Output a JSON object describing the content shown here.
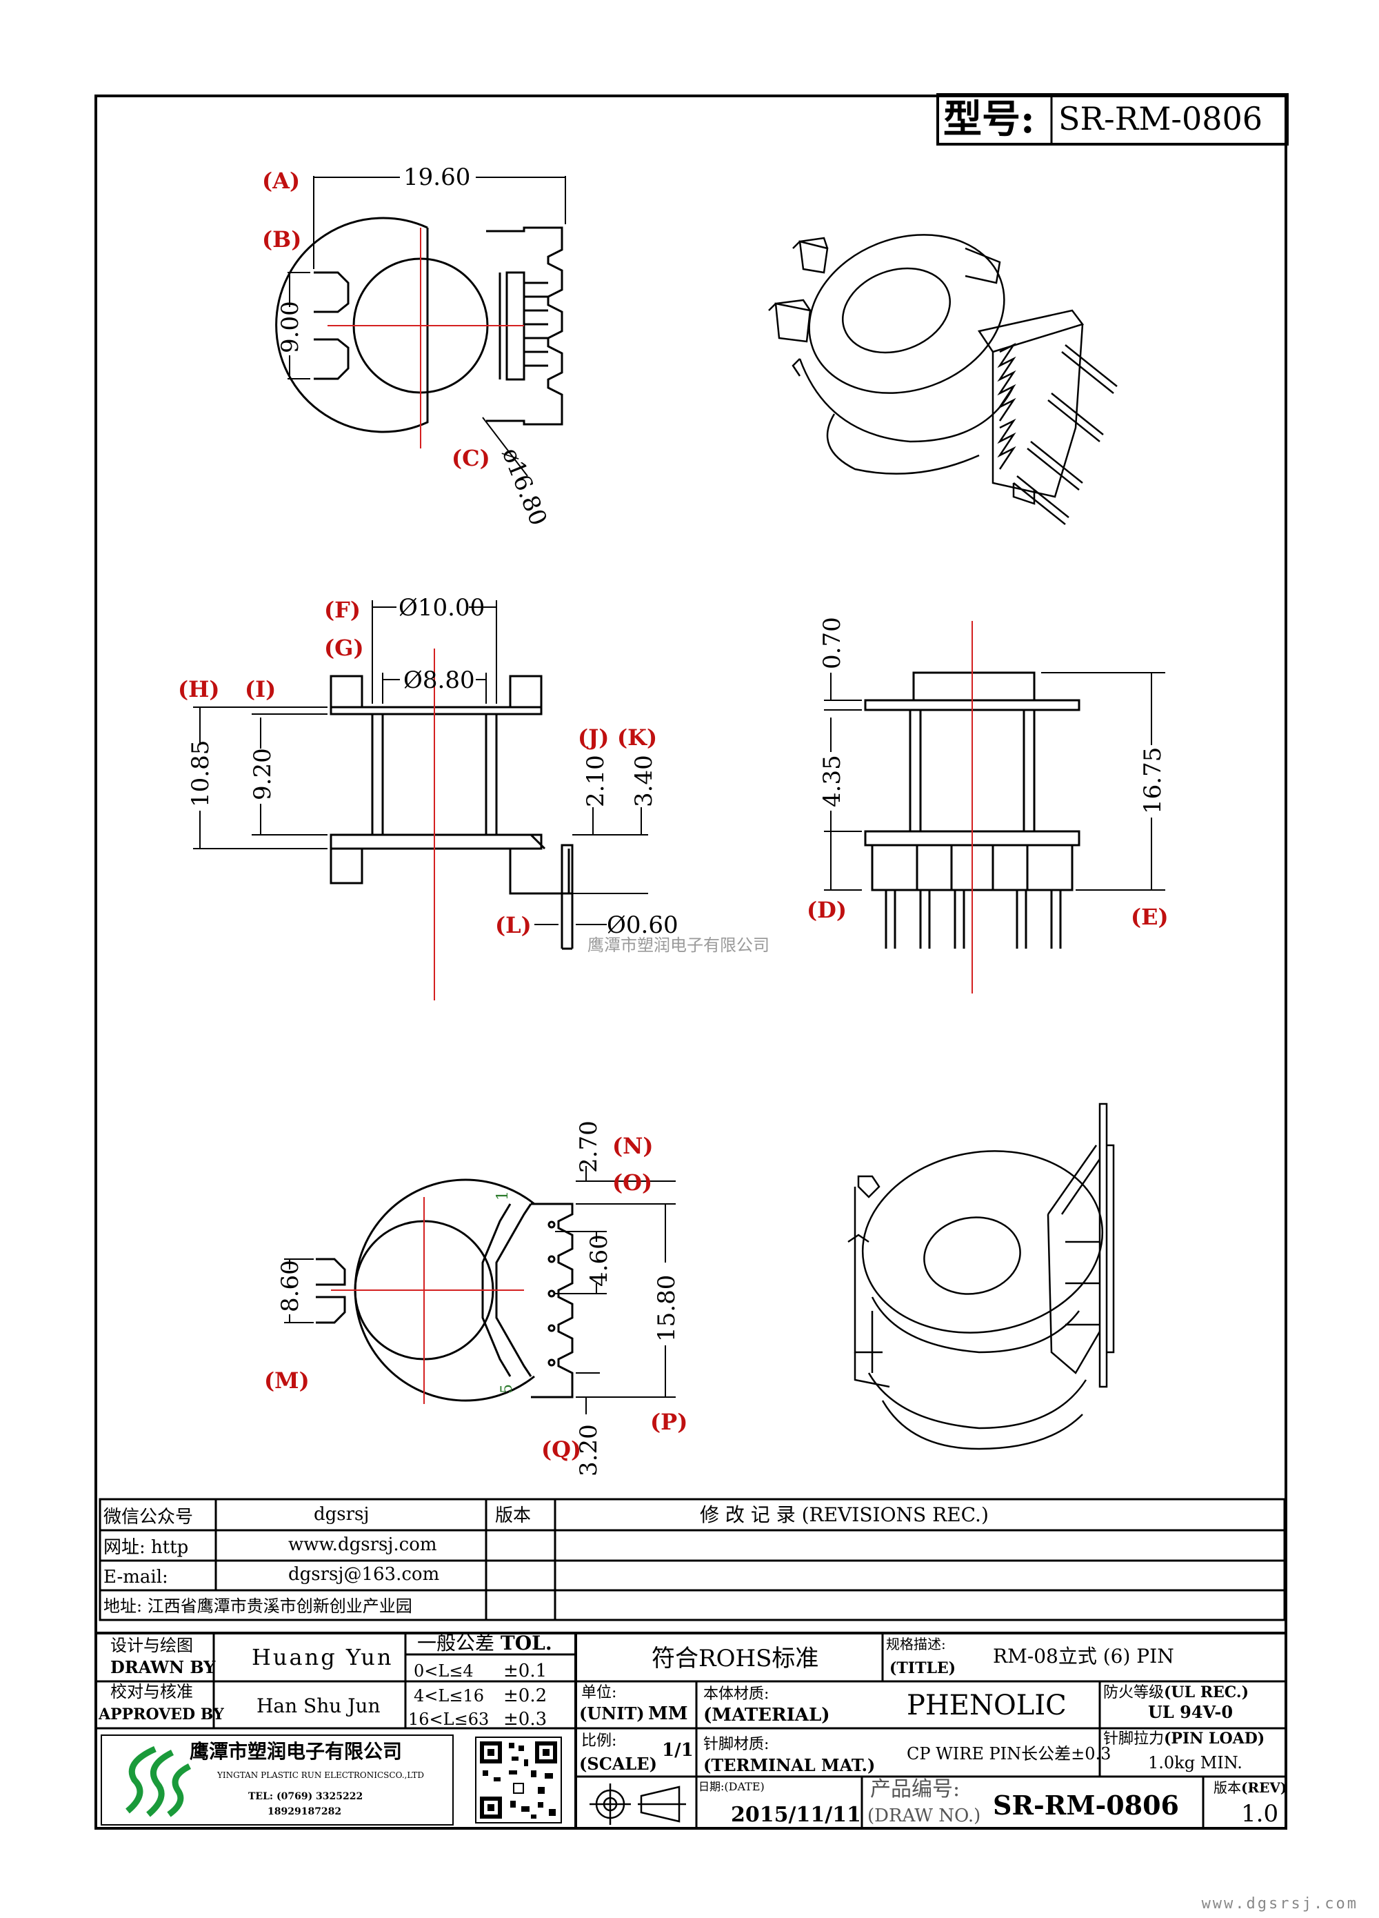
{
  "model": {
    "label": "型号:",
    "value": "SR-RM-0806"
  },
  "dimensions": {
    "top": {
      "width": "19.60",
      "height": "9.00",
      "diameter": "ø16.80"
    },
    "side": {
      "outer_dia": "Ø10.00",
      "inner_dia": "Ø8.80",
      "h1": "10.85",
      "h2": "9.20",
      "j": "2.10",
      "k": "3.40",
      "pin_dia": "Ø0.60"
    },
    "front": {
      "flange": "0.70",
      "body": "4.35",
      "total": "16.75"
    },
    "bottom": {
      "n": "2.70",
      "pitch": "4.60",
      "slot": "8.60",
      "span": "15.80",
      "q": "3.20",
      "pin_first": "1",
      "pin_last": "5"
    }
  },
  "letters": {
    "A": "A",
    "B": "B",
    "C": "C",
    "D": "D",
    "E": "E",
    "F": "F",
    "G": "G",
    "H": "H",
    "I": "I",
    "J": "J",
    "K": "K",
    "L": "L",
    "M": "M",
    "N": "N",
    "O": "O",
    "P": "P",
    "Q": "Q"
  },
  "watermark": "鹰潭市塑润电子有限公司",
  "info": {
    "wechat_label": "微信公众号",
    "wechat": "dgsrsj",
    "web_label": "网址: http",
    "web": "www.dgsrsj.com",
    "email_label": "E-mail:",
    "email": "dgsrsj@163.com",
    "address": "地址: 江西省鹰潭市贵溪市创新创业产业园",
    "version_label": "版本",
    "revisions": "修 改 记 录 (REVISIONS REC.)"
  },
  "title_block": {
    "drawn_cn": "设计与绘图",
    "drawn_en": "DRAWN BY",
    "drawn_name": "Huang Yun",
    "approved_cn": "校对与核准",
    "approved_en": "APPROVED BY",
    "approved_name": "Han Shu Jun",
    "tol_cn": "一般公差",
    "tol_en": "TOL.",
    "tol_rows": [
      {
        "range": "0<L≤4",
        "val": "±0.1"
      },
      {
        "range": "4<L≤16",
        "val": "±0.2"
      },
      {
        "range": "16<L≤63",
        "val": "±0.3"
      }
    ],
    "rohs": "符合ROHS标准",
    "title_cn": "规格描述:",
    "title_en": "(TITLE)",
    "title_val": "RM-08立式 (6) PIN",
    "unit_cn": "单位:",
    "unit_en": "(UNIT)",
    "unit_val": "MM",
    "material_cn": "本体材质:",
    "material_en": "(MATERIAL)",
    "material_val": "PHENOLIC",
    "ul_cn": "防火等级",
    "ul_en": "(UL REC.)",
    "ul_val": "UL 94V-0",
    "scale_cn": "比例:",
    "scale_en": "(SCALE)",
    "scale_val": "1/1",
    "terminal_cn": "针脚材质:",
    "terminal_en": "(TERMINAL MAT.)",
    "terminal_val": "CP WIRE  PIN长公差±0.3",
    "load_cn": "针脚拉力",
    "load_en": "(PIN LOAD)",
    "load_val": "1.0kg MIN.",
    "date_cn": "日期:",
    "date_en": "(DATE)",
    "date_val": "2015/11/11",
    "drawno_cn": "产品编号:",
    "drawno_en": "(DRAW NO.)",
    "drawno_val": "SR-RM-0806",
    "rev_cn": "版本",
    "rev_en": "(REV)",
    "rev_val": "1.0",
    "company_cn": "鹰潭市塑润电子有限公司",
    "company_en": "YINGTAN PLASTIC RUN ELECTRONICSCO.,LTD",
    "tel": "TEL: (0769) 3325222",
    "mobile": "18929187282"
  },
  "footer_site": "www.dgsrsj.com"
}
